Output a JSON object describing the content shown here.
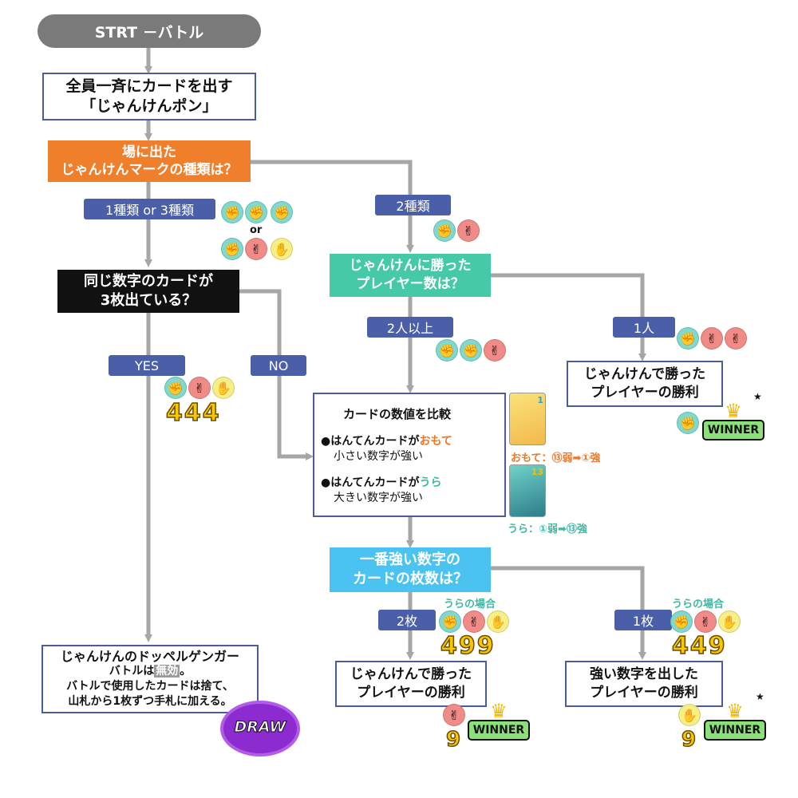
{
  "start": "STRT －バトル",
  "step1": {
    "line1": "全員一斉にカードを出す",
    "line2": "「じゃんけんポン」"
  },
  "q_marks": {
    "line1": "場に出た",
    "line2": "じゃんけんマークの種類は？"
  },
  "branch_1or3": "1種類 or 3種類",
  "or_label": "or",
  "branch_2kinds": "2種類",
  "q_same_number": {
    "line1": "同じ数字のカードが",
    "line2": "3枚出ている？"
  },
  "yes": "YES",
  "no": "NO",
  "yes_numbers": "444",
  "q_winners": {
    "line1": "じゃんけんに勝った",
    "line2": "プレイヤー数は？"
  },
  "two_or_more": "2人以上",
  "one_person": "1人",
  "win_box": {
    "line1": "じゃんけんで勝った",
    "line2": "プレイヤーの勝利"
  },
  "compare": {
    "title": "カードの数値を比較",
    "bullet1_pre": "●はんてんカードが",
    "bullet1_key": "おもて",
    "bullet1_sub": "小さい数字が強い",
    "bullet2_pre": "●はんてんカードが",
    "bullet2_key": "うら",
    "bullet2_sub": "大きい数字が強い"
  },
  "card_front_num": "1",
  "card_back_num": "13",
  "front_note": "おもて：⑬弱➡①強",
  "back_note": "うら：①弱➡⑬強",
  "q_strongest": {
    "line1": "一番強い数字の",
    "line2": "カードの枚数は？"
  },
  "two_cards": "2枚",
  "one_card": "1枚",
  "ura_case": "うらの場合",
  "nums_two": "499",
  "nums_one": "449",
  "win_box2": {
    "line1": "じゃんけんで勝った",
    "line2": "プレイヤーの勝利"
  },
  "strong_box": {
    "line1": "強い数字を出した",
    "line2": "プレイヤーの勝利"
  },
  "doppel": {
    "title": "じゃんけんのドッペルゲンガー",
    "line2_pre": "バトルは",
    "line2_hl": "無効",
    "line2_post": "。",
    "line3": "バトルで使用したカードは捨て、",
    "line4": "山札から1枚ずつ手札に加える。"
  },
  "draw_label": "DRAW",
  "winner_label": "WINNER",
  "win_num": "9",
  "colors": {
    "arrow": "#a6a6a6",
    "pill": "#4a5fa8",
    "orange_node": "#f07f2b",
    "teal_node": "#45c9a6",
    "cyan_node": "#4ac3f0",
    "omote": "#e8792b",
    "ura": "#3fb8a2",
    "rock_icon": "#7fd9cf",
    "scissors_icon": "#f08b87",
    "paper_icon": "#f6ef86"
  },
  "icons": {
    "rock": "✊",
    "scissors": "✌",
    "paper": "✋",
    "crown": "♛",
    "star": "★"
  }
}
